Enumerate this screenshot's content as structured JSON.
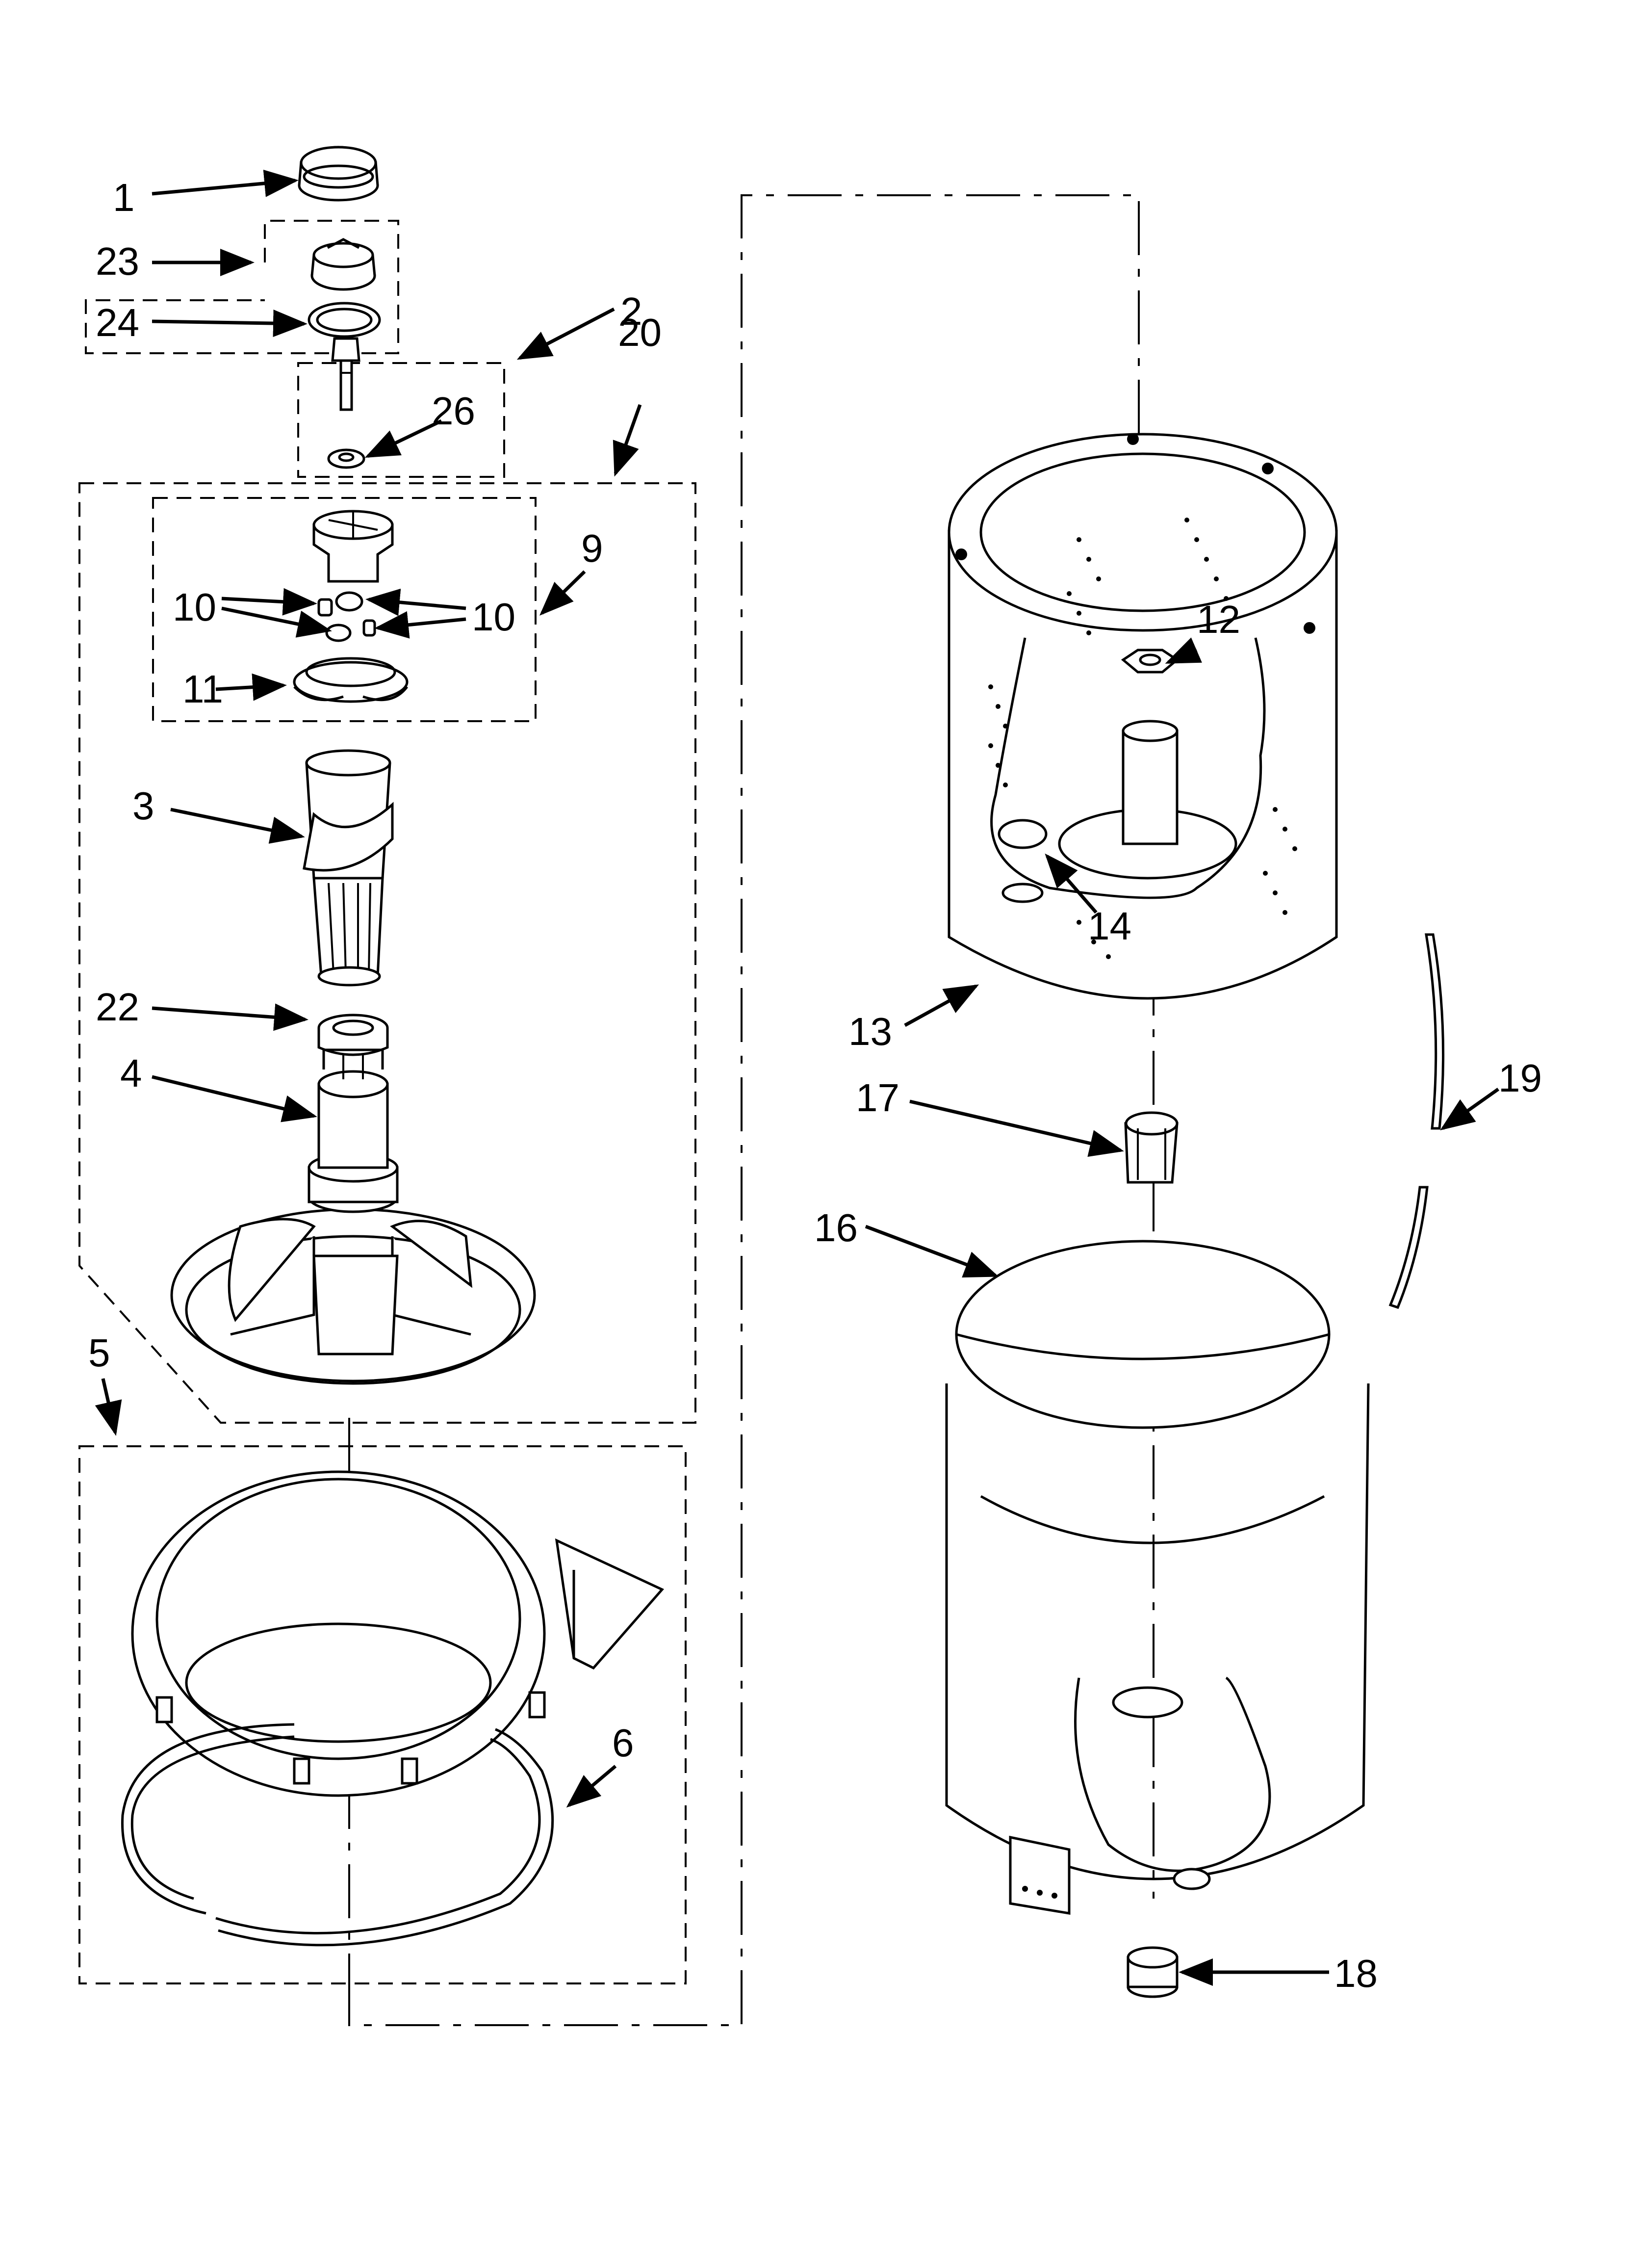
{
  "diagram": {
    "callouts": [
      "1",
      "23",
      "24",
      "2",
      "26",
      "20",
      "9",
      "10",
      "10",
      "11",
      "3",
      "22",
      "4",
      "5",
      "6",
      "12",
      "13",
      "14",
      "17",
      "16",
      "19",
      "18"
    ]
  }
}
